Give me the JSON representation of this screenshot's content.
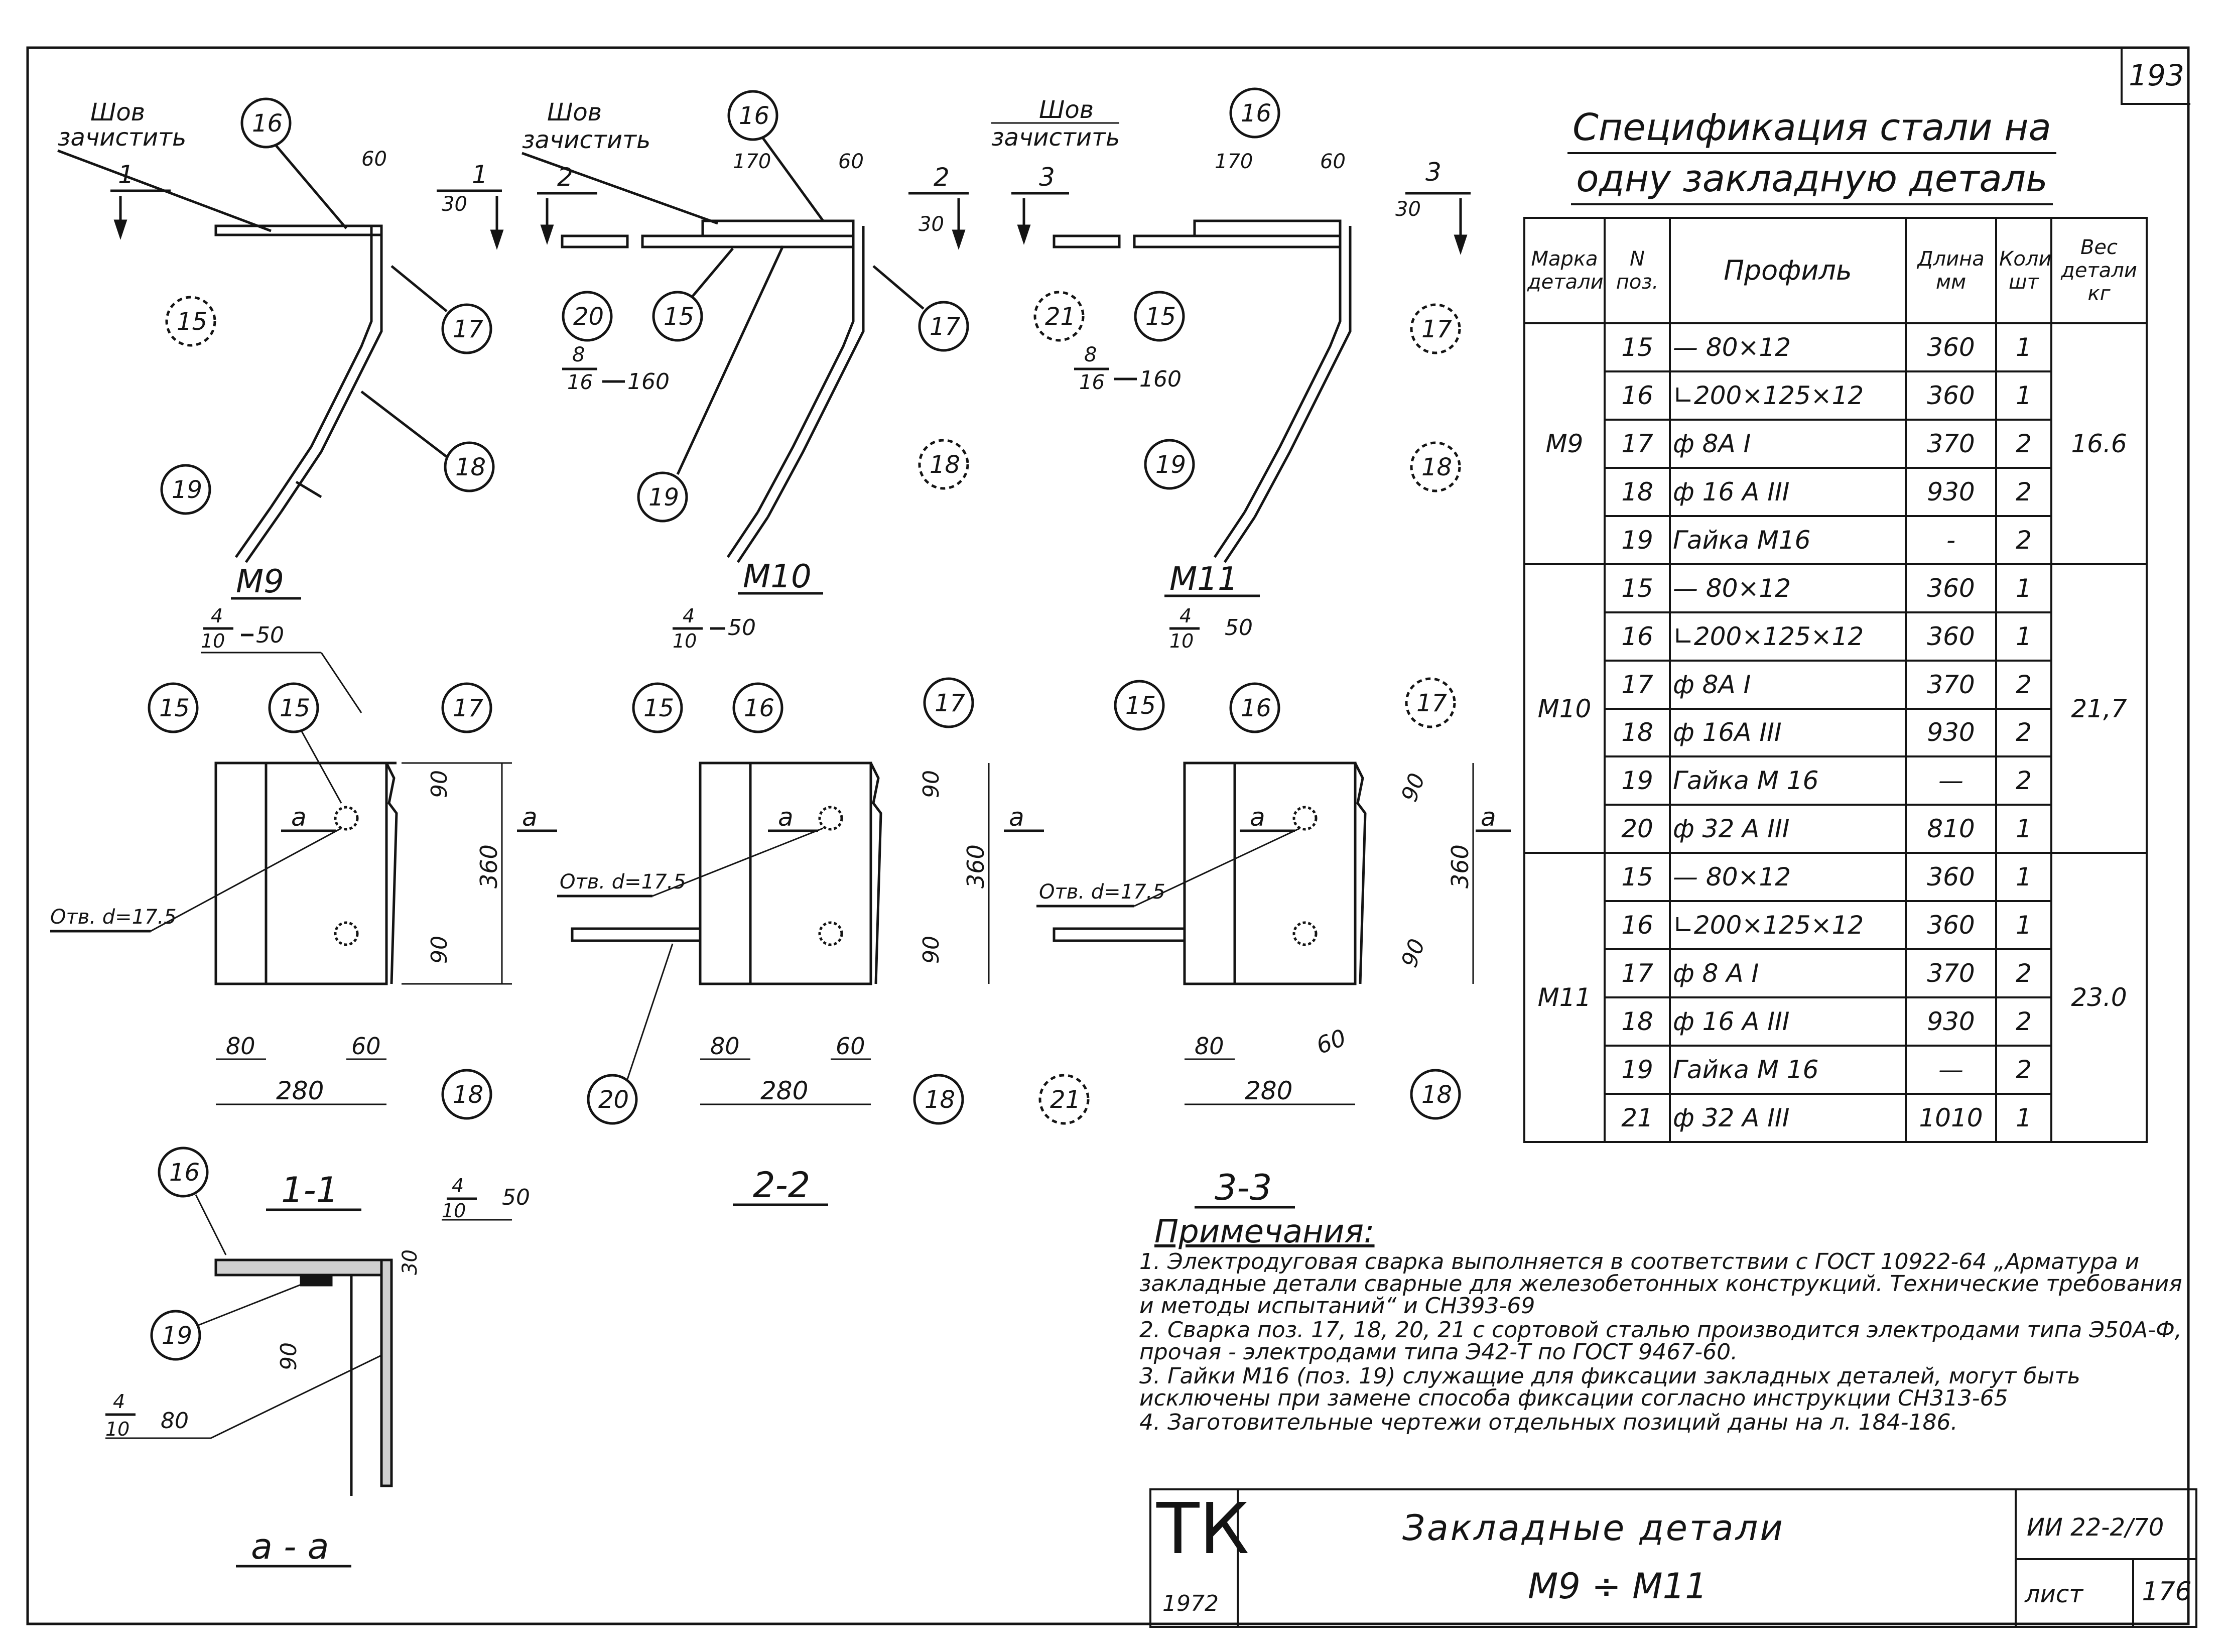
{
  "page_number": "193",
  "spec": {
    "title_line1": "Спецификация стали на",
    "title_line2": "одну закладную деталь",
    "headers": {
      "marka": "Марка детали",
      "pos": "N поз.",
      "profile": "Профиль",
      "length": "Длина мм",
      "qty": "Колич. шт",
      "weight": "Вес детали кг"
    },
    "groups": [
      {
        "marka": "М9",
        "weight": "16.6",
        "rows": [
          {
            "pos": "15",
            "profile": "— 80×12",
            "length": "360",
            "qty": "1"
          },
          {
            "pos": "16",
            "profile": "∟200×125×12",
            "length": "360",
            "qty": "1"
          },
          {
            "pos": "17",
            "profile": "ф 8А I",
            "length": "370",
            "qty": "2"
          },
          {
            "pos": "18",
            "profile": "ф 16 А III",
            "length": "930",
            "qty": "2"
          },
          {
            "pos": "19",
            "profile": "Гайка М16",
            "length": "-",
            "qty": "2"
          }
        ]
      },
      {
        "marka": "М10",
        "weight": "21,7",
        "rows": [
          {
            "pos": "15",
            "profile": "— 80×12",
            "length": "360",
            "qty": "1"
          },
          {
            "pos": "16",
            "profile": "∟200×125×12",
            "length": "360",
            "qty": "1"
          },
          {
            "pos": "17",
            "profile": "ф 8А I",
            "length": "370",
            "qty": "2"
          },
          {
            "pos": "18",
            "profile": "ф 16А III",
            "length": "930",
            "qty": "2"
          },
          {
            "pos": "19",
            "profile": "Гайка М 16",
            "length": "—",
            "qty": "2"
          },
          {
            "pos": "20",
            "profile": "ф 32 А III",
            "length": "810",
            "qty": "1"
          }
        ]
      },
      {
        "marka": "М11",
        "weight": "23.0",
        "rows": [
          {
            "pos": "15",
            "profile": "— 80×12",
            "length": "360",
            "qty": "1"
          },
          {
            "pos": "16",
            "profile": "∟200×125×12",
            "length": "360",
            "qty": "1"
          },
          {
            "pos": "17",
            "profile": "ф 8 А I",
            "length": "370",
            "qty": "2"
          },
          {
            "pos": "18",
            "profile": "ф 16 А III",
            "length": "930",
            "qty": "2"
          },
          {
            "pos": "19",
            "profile": "Гайка М 16",
            "length": "—",
            "qty": "2"
          },
          {
            "pos": "21",
            "profile": "ф 32 А III",
            "length": "1010",
            "qty": "1"
          }
        ]
      }
    ]
  },
  "drawing": {
    "seam_line1": "Шов",
    "seam_line2": "зачистить",
    "weld_num": "8",
    "weld_den": "16",
    "weld_len": "160",
    "view_m9": "М9",
    "view_m10": "М10",
    "view_m11": "М11",
    "w4": "4",
    "w10": "10",
    "w50": "50",
    "w80": "80",
    "hole_label": "Отв. d=17.5",
    "sec_aa": "а",
    "section_11": "1-1",
    "section_22": "2-2",
    "section_33": "3-3",
    "section_aa": "а - а",
    "sec1": "1",
    "sec2": "2",
    "sec3": "3",
    "d30": "30",
    "d60": "60",
    "d80": "80",
    "d90": "90",
    "d170": "170",
    "d280": "280",
    "d360": "360",
    "n15": "15",
    "n16": "16",
    "n17": "17",
    "n18": "18",
    "n19": "19",
    "n20": "20",
    "n21": "21"
  },
  "notes": {
    "title": "Примечания:",
    "items": [
      "1. Электродуговая сварка выполняется в соответствии с ГОСТ 10922-64 „Арматура и закладные детали сварные для железобетонных конструкций. Технические требования и методы испытаний“ и СН393-69",
      "2. Сварка поз. 17, 18, 20, 21 с сортовой сталью производится электродами типа Э50А-Ф, прочая - электродами типа Э42-Т по ГОСТ 9467-60.",
      "3. Гайки М16 (поз. 19) служащие для фиксации закладных деталей, могут быть исключены при замене способа фиксации согласно инструкции СН313-65",
      "4. Заготовительные чертежи отдельных позиций даны на л. 184-186."
    ]
  },
  "stamp": {
    "org": "ТК",
    "year": "1972",
    "title": "Закладные детали",
    "subtitle": "М9 ÷ М11",
    "code": "ИИ 22-2/70",
    "sheet_label": "лист",
    "sheet_number": "176"
  }
}
